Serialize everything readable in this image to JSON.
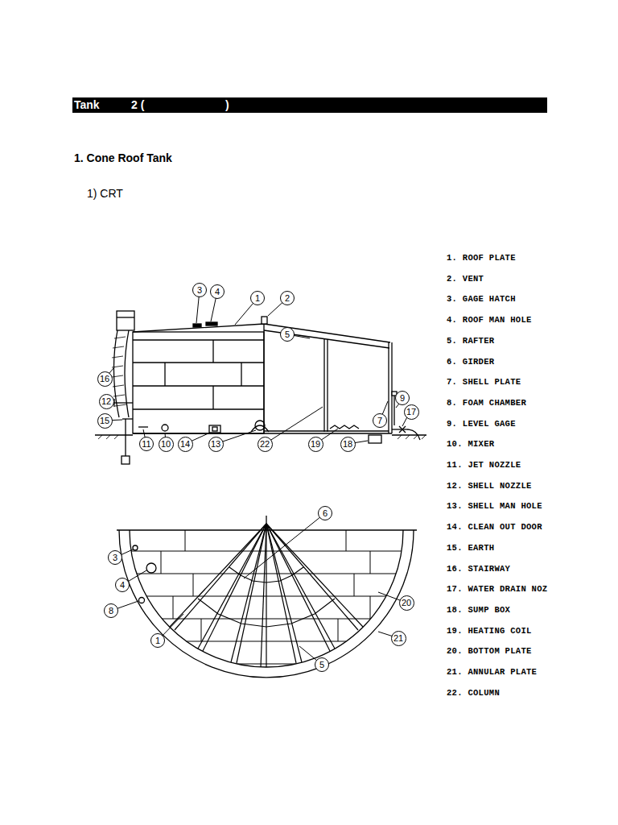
{
  "diagram": {
    "title": "1. Cone Roof Tank",
    "nodes": [
      {
        "text": [
          "3"
        ]
      },
      {
        "text": [
          "4"
        ]
      },
      {
        "text": [
          "1"
        ]
      },
      {
        "text": [
          "2"
        ]
      },
      {
        "text": [
          "5"
        ]
      },
      {
        "text": [
          "16"
        ]
      },
      {
        "text": [
          "12"
        ]
      },
      {
        "text": [
          "15"
        ]
      },
      {
        "text": [
          "11"
        ]
      },
      {
        "text": [
          "10"
        ]
      },
      {
        "text": [
          "14"
        ]
      },
      {
        "text": [
          "13"
        ]
      },
      {
        "text": [
          "22"
        ]
      },
      {
        "text": [
          "19"
        ]
      },
      {
        "text": [
          "18"
        ]
      },
      {
        "text": [
          "7"
        ]
      },
      {
        "text": [
          "9"
        ]
      },
      {
        "text": [
          "17"
        ]
      },
      {
        "text": [
          "6"
        ]
      },
      {
        "text": [
          "3"
        ]
      },
      {
        "text": [
          "4"
        ]
      },
      {
        "text": [
          "8"
        ]
      },
      {
        "text": [
          "1"
        ]
      },
      {
        "text": [
          "20"
        ]
      },
      {
        "text": [
          "21"
        ]
      },
      {
        "text": [
          "5"
        ]
      }
    ],
    "labels": [
      "Tank",
      "2 (",
      ")",
      "1) CRT",
      "1. ROOF PLATE",
      "2. VENT",
      "3. GAGE HATCH",
      "4. ROOF MAN HOLE",
      "5. RAFTER",
      "6. GIRDER",
      "7. SHELL PLATE",
      "8. FOAM CHAMBER",
      "9. LEVEL GAGE",
      "10. MIXER",
      "11. JET NOZZLE",
      "12. SHELL NOZZLE",
      "13. SHELL MAN HOLE",
      "14. CLEAN OUT DOOR",
      "15. EARTH",
      "16. STAIRWAY",
      "17. WATER DRAIN NOZ",
      "18. SUMP BOX",
      "19. HEATING COIL",
      "20. BOTTOM PLATE",
      "21. ANNULAR PLATE",
      "22. COLUMN"
    ]
  }
}
